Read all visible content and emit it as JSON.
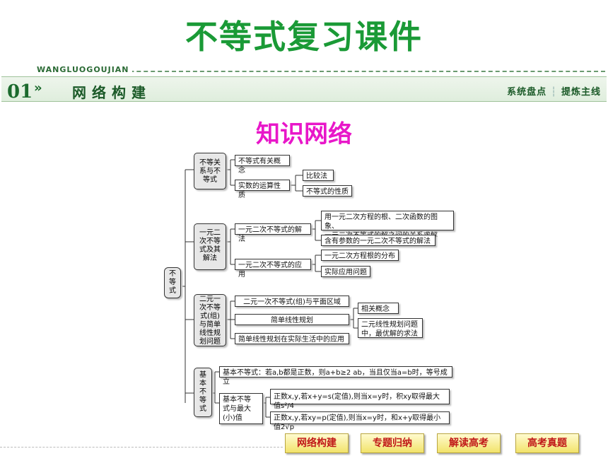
{
  "page": {
    "title": "不等式复习课件",
    "subtitle": "知识网络"
  },
  "header": {
    "number": "01",
    "arrow": "»",
    "pinyin": "WANGLUOGOUJIAN",
    "section": "网络构建",
    "right_left": "系统盘点",
    "right_right": "提炼主线"
  },
  "mindmap": {
    "root": "不\n等\n式",
    "branches": [
      {
        "label": "不等关\n系与不\n等式",
        "items": [
          "不等式有关概念",
          "实数的运算性质"
        ],
        "sub": [
          "比较法",
          "不等式的性质"
        ]
      },
      {
        "label": "一元二\n次不等\n式及其\n解法",
        "items": [
          "一元二次不等式的解法",
          "一元二次不等式的应用"
        ],
        "sub": [
          "用一元二次方程的根、二次函数的图象、\n一元二次不等式的解之间的关系求解",
          "含有参数的一元二次不等式的解法",
          "一元二次方程根的分布",
          "实际应用问题"
        ]
      },
      {
        "label": "二元一\n次不等\n式(组)\n与简单\n线性规\n划问题",
        "items": [
          "二元一次不等式(组)与平面区域",
          "简单线性规划",
          "简单线性规划在实际生活中的应用"
        ],
        "sub": [
          "相关概念",
          "二元线性规划问题\n中，最优解的求法"
        ]
      },
      {
        "label": "基\n本\n不\n等\n式",
        "items": [
          "基本不等式：若a,b都是正数，则a+b≥2 ab，当且仅当a=b时，等号成立",
          "基本不等\n式与最大\n(小)值"
        ],
        "sub": [
          "正数x,y,若x+y=s(定值),则当x=y时，积xy取得最大值s²/4",
          "正数x,y,若xy=p(定值),则当x=y时，和x+y取得最小值2√p"
        ]
      }
    ]
  },
  "nav": [
    "网络构建",
    "专题归纳",
    "解读高考",
    "高考真题"
  ]
}
